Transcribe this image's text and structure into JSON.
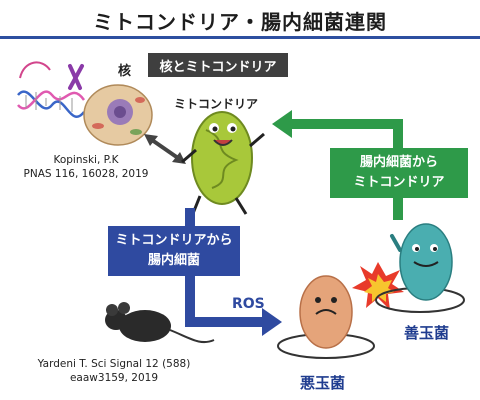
{
  "title": "ミトコンドリア・腸内細菌連関",
  "nucleus_heading": "核とミトコンドリア",
  "nucleus_label": "核",
  "mito_label": "ミトコンドリア",
  "reference_1": {
    "line1": "Kopinski, P.K",
    "line2": "PNAS 116, 16028, 2019"
  },
  "reference_2": {
    "line1": "Yardeni T.  Sci Signal 12 (588)",
    "line2": "eaaw3159, 2019"
  },
  "blue_box": {
    "line1": "ミトコンドリアから",
    "line2": "腸内細菌"
  },
  "green_box": {
    "line1": "腸内細菌から",
    "line2": "ミトコンドリア"
  },
  "ros_label": "ROS",
  "bad_bacteria_label": "悪玉菌",
  "good_bacteria_label": "善玉菌",
  "colors": {
    "blue": "#2f4aa0",
    "green": "#2e9a49",
    "dark": "#3f3f3f",
    "rule": "#2d4fa0"
  }
}
